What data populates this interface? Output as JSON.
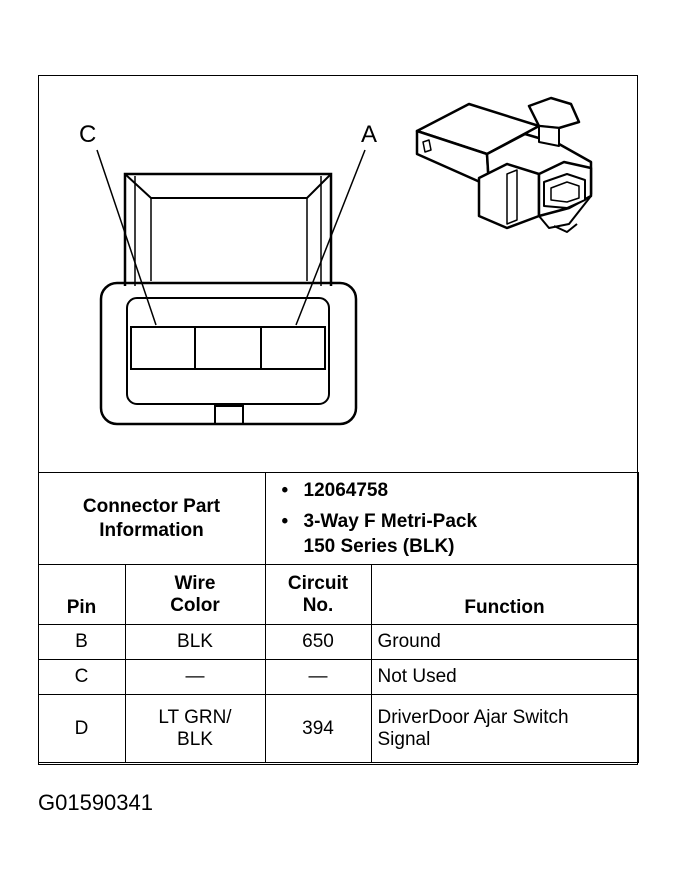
{
  "diagram": {
    "pin_labels": {
      "left": "C",
      "right": "A"
    }
  },
  "connector_info": {
    "label_line1": "Connector Part",
    "label_line2": "Information",
    "items": [
      {
        "bullet": "•",
        "line1": "12064758",
        "line2": ""
      },
      {
        "bullet": "•",
        "line1": "3-Way F Metri-Pack",
        "line2": "150 Series (BLK)"
      }
    ]
  },
  "table": {
    "headers": {
      "pin": "Pin",
      "wire_color_1": "Wire",
      "wire_color_2": "Color",
      "circuit_1": "Circuit",
      "circuit_2": "No.",
      "function": "Function"
    },
    "rows": [
      {
        "pin": "B",
        "wire_1": "BLK",
        "wire_2": "",
        "circuit": "650",
        "function_1": "Ground",
        "function_2": ""
      },
      {
        "pin": "C",
        "wire_1": "—",
        "wire_2": "",
        "circuit": "—",
        "function_1": "Not Used",
        "function_2": ""
      },
      {
        "pin": "D",
        "wire_1": "LT GRN/",
        "wire_2": "BLK",
        "circuit": "394",
        "function_1": "DriverDoor Ajar Switch",
        "function_2": "Signal"
      }
    ]
  },
  "figure_id": "G01590341"
}
